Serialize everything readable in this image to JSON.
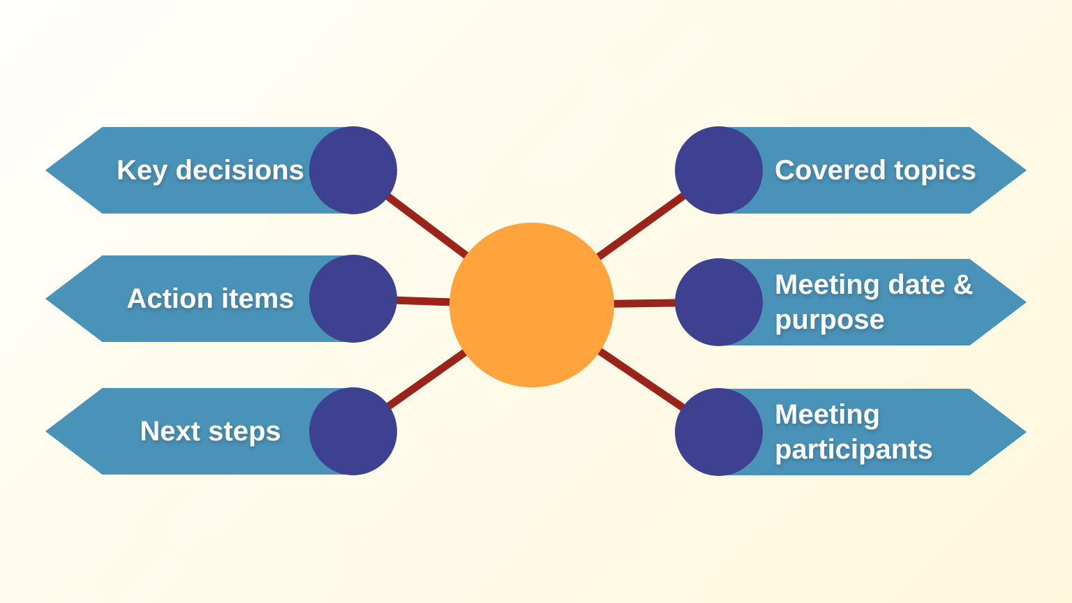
{
  "colors": {
    "background_start": "#FFFFFF",
    "background_end": "#FFF8DD",
    "banner": "#4A93B8",
    "node_circle": "#3E4090",
    "center_circle": "#FFA43C",
    "connector": "#9B241A",
    "label_text": "#FFFFFF"
  },
  "nodes": {
    "left": [
      {
        "label": "Key decisions"
      },
      {
        "label": "Action items"
      },
      {
        "label": "Next steps"
      }
    ],
    "right": [
      {
        "label": "Covered topics"
      },
      {
        "label": "Meeting date & purpose"
      },
      {
        "label": "Meeting participants"
      }
    ]
  }
}
